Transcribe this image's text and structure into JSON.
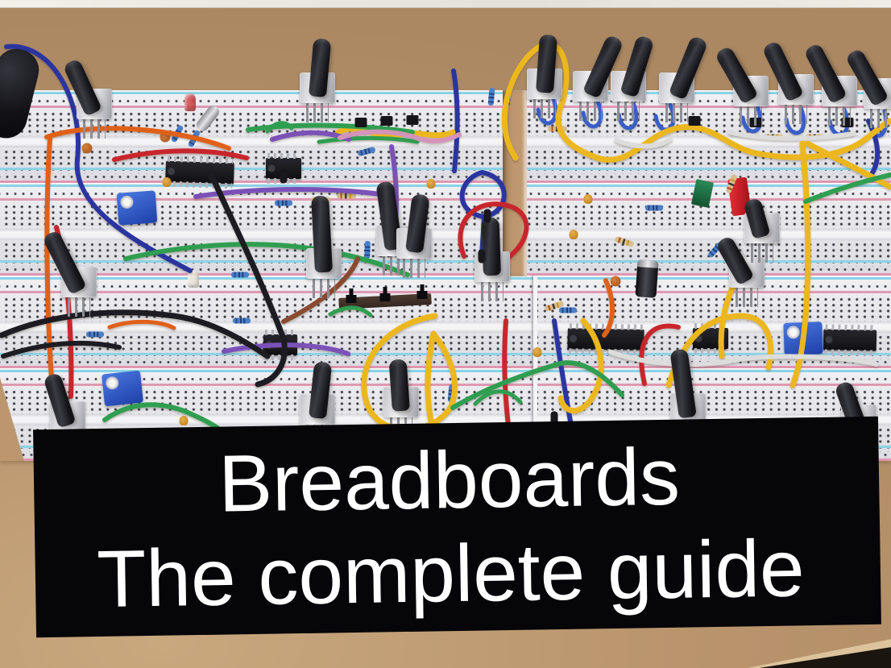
{
  "banner": {
    "line1": "Breadboards",
    "line2": "The complete guide",
    "bg_color": "#060609",
    "text_color": "#ffffff"
  },
  "scene": {
    "description": "Photo of interconnected solderless breadboards on a cork board, populated with potentiometers, DIP ICs, blue trimmer pots, resistors, capacitors, switches and colourful jumper wires",
    "background_color": "#b9946d",
    "top_edge_color": "#efede7",
    "board_color": "#e8e8ec",
    "rail_cyan": "#8ad2e6",
    "rail_pink": "#e098b2",
    "hole_color": "#41414b",
    "desk_shadow_color": "#1b1510",
    "wire_colors": [
      "#2b35a0",
      "#3a5ec8",
      "#c8262c",
      "#e06018",
      "#ecb71e",
      "#2f9e50",
      "#7b51b8",
      "#d493b8",
      "#1c1c22",
      "#dcdcdc",
      "#8a4a30"
    ],
    "wires": [
      [
        "#2b35a0",
        6,
        "M8,58 C66,52 104,128 96,198 C90,258 168,300 236,336"
      ],
      [
        "#2b35a0",
        6,
        "M563,88 C570,130 568,172 564,212"
      ],
      [
        "#2b35a0",
        6,
        "M598,214 C566,224 564,264 601,269 C634,263 635,220 598,214"
      ],
      [
        "#2b35a0",
        6,
        "M601,269 L598,318"
      ],
      [
        "#2b35a0",
        6,
        "M688,398 C694,440 701,484 709,528"
      ],
      [
        "#3a5ec8",
        5,
        "M686,120 C700,156 672,164 668,136"
      ],
      [
        "#3a5ec8",
        5,
        "M742,126 C756,160 728,168 724,140"
      ],
      [
        "#3a5ec8",
        5,
        "M786,128 C800,162 772,170 768,142"
      ],
      [
        "#3a5ec8",
        5,
        "M832,130 C846,164 818,172 814,144"
      ],
      [
        "#3a5ec8",
        5,
        "M940,132 C954,166 926,174 922,146"
      ],
      [
        "#3a5ec8",
        5,
        "M994,134 C1008,168 980,176 976,148"
      ],
      [
        "#3a5ec8",
        5,
        "M1048,136 C1062,170 1034,178 1030,150"
      ],
      [
        "#3a5ec8",
        5,
        "M1098,138 C1106,170 1084,180 1080,152"
      ],
      [
        "#2b35a0",
        6,
        "M1078,150 C1092,178 1092,200 1082,216"
      ],
      [
        "#c8262c",
        6,
        "M142,198 C200,184 258,184 306,196"
      ],
      [
        "#c8262c",
        6,
        "M70,282 C84,330 90,420 88,492"
      ],
      [
        "#c8262c",
        6,
        "M576,318 C558,272 596,242 636,257 C662,268 658,300 630,320"
      ],
      [
        "#c8262c",
        6,
        "M628,398 C625,440 626,484 631,528"
      ],
      [
        "#c8262c",
        6,
        "M800,476 C788,424 806,398 842,406"
      ],
      [
        "#e06018",
        6,
        "M58,170 C118,150 222,160 284,184"
      ],
      [
        "#e06018",
        6,
        "M62,172 C56,262 58,382 64,470"
      ],
      [
        "#e06018",
        6,
        "M752,348 C764,376 762,400 750,416"
      ],
      [
        "#e06018",
        5,
        "M136,406 C162,397 196,397 216,407"
      ],
      [
        "#ecb71e",
        7,
        "M420,164 C448,150 470,176 494,168 C518,160 540,174 562,164"
      ],
      [
        "#ecb71e",
        7,
        "M640,196 C608,148 638,76 670,58 C700,42 712,92 696,132 C686,162 702,182 742,196"
      ],
      [
        "#ecb71e",
        7,
        "M742,196 C780,208 800,170 836,160 C880,148 900,182 938,190 C978,198 1042,200 1078,170 C1090,160 1100,152 1105,150"
      ],
      [
        "#ecb71e",
        7,
        "M1002,178 C1040,198 1078,216 1105,232"
      ],
      [
        "#ecb71e",
        7,
        "M540,392 C478,402 438,452 456,502 C472,546 540,540 560,504 C574,468 552,432 538,414"
      ],
      [
        "#ecb71e",
        7,
        "M538,414 C530,452 528,490 536,528"
      ],
      [
        "#ecb71e",
        7,
        "M724,398 C750,428 754,468 732,498 C717,516 700,512 696,494"
      ],
      [
        "#ecb71e",
        7,
        "M830,478 C848,420 878,392 920,392 C952,392 962,422 954,456"
      ],
      [
        "#ecb71e",
        7,
        "M922,334 C902,364 892,402 896,442"
      ],
      [
        "#ecb71e",
        7,
        "M996,178 C1002,240 1006,320 1000,392 C996,440 990,462 984,478"
      ],
      [
        "#2f9e50",
        5,
        "M332,163 C342,151 354,149 362,159"
      ],
      [
        "#2f9e50",
        6,
        "M308,161 C370,152 452,155 512,164"
      ],
      [
        "#2f9e50",
        5,
        "M396,176 C440,170 482,170 518,176"
      ],
      [
        "#2f9e50",
        6,
        "M1000,250 C1040,234 1075,224 1105,217"
      ],
      [
        "#2f9e50",
        6,
        "M156,321 C240,301 332,298 402,311 C450,319 482,331 506,341"
      ],
      [
        "#2f9e50",
        5,
        "M410,390 C430,379 446,379 460,391"
      ],
      [
        "#2f9e50",
        5,
        "M590,501 C610,481 630,481 646,499"
      ],
      [
        "#2f9e50",
        6,
        "M562,506 C602,482 652,464 692,452 C722,443 752,468 772,490"
      ],
      [
        "#2f9e50",
        6,
        "M130,521 C162,498 202,496 242,516 C272,529 292,546 302,560"
      ],
      [
        "#7b51b8",
        6,
        "M338,173 C372,162 406,162 433,173"
      ],
      [
        "#7b51b8",
        6,
        "M243,244 C320,232 420,232 492,244"
      ],
      [
        "#7b51b8",
        6,
        "M486,182 C493,222 494,262 488,302"
      ],
      [
        "#7b51b8",
        6,
        "M278,436 C330,425 392,425 432,439"
      ],
      [
        "#d493b8",
        6,
        "M422,171 C452,160 492,162 520,172 C540,178 556,174 570,167"
      ],
      [
        "#1c1c22",
        7,
        "M262,216 C292,282 322,342 352,420 C358,452 342,472 320,477"
      ],
      [
        "#1c1c22",
        7,
        "M2,416 C62,390 142,382 216,392 C262,398 302,422 332,442"
      ],
      [
        "#1c1c22",
        6,
        "M4,442 C52,426 102,421 148,431"
      ],
      [
        "#dcdcdc",
        6,
        "M765,174 C790,184 814,184 832,173"
      ],
      [
        "#dcdcdc",
        6,
        "M906,164 C946,174 1010,174 1058,166"
      ],
      [
        "#dcdcdc",
        6,
        "M758,437 C800,452 862,457 912,447 C952,439 1050,442 1088,452"
      ],
      [
        "#8a4a30",
        6,
        "M352,399 C390,380 432,352 444,321"
      ]
    ],
    "parts": [
      [
        "pot",
        117,
        128,
        -25,
        70
      ],
      [
        "pot",
        394,
        108,
        5,
        72
      ],
      [
        "pot",
        676,
        103,
        4,
        72
      ],
      [
        "pot",
        733,
        106,
        24,
        78
      ],
      [
        "pot",
        780,
        106,
        17,
        75
      ],
      [
        "pot",
        840,
        108,
        22,
        78
      ],
      [
        "pot",
        932,
        112,
        -30,
        72
      ],
      [
        "pot",
        988,
        110,
        -26,
        75
      ],
      [
        "pot",
        1042,
        112,
        -28,
        75
      ],
      [
        "pot",
        1094,
        115,
        -30,
        72
      ],
      [
        "pot",
        402,
        326,
        -3,
        95
      ],
      [
        "pot",
        489,
        298,
        -8,
        85
      ],
      [
        "pot",
        514,
        301,
        7,
        72
      ],
      [
        "pot",
        611,
        330,
        -2,
        72
      ],
      [
        "pot",
        927,
        337,
        -30,
        60
      ],
      [
        "pot",
        98,
        349,
        -27,
        80
      ],
      [
        "pot",
        84,
        516,
        -18,
        66
      ],
      [
        "pot",
        394,
        507,
        6,
        70
      ],
      [
        "pot",
        498,
        498,
        -4,
        64
      ],
      [
        "pot",
        854,
        506,
        -8,
        85
      ],
      [
        "pot",
        1066,
        520,
        -20,
        60
      ],
      [
        "pot",
        946,
        282,
        -16,
        48
      ],
      [
        "ic",
        248,
        214,
        85,
        2
      ],
      [
        "ic",
        352,
        209,
        44,
        0
      ],
      [
        "ic",
        348,
        428,
        42,
        0
      ],
      [
        "ic",
        752,
        421,
        95,
        1
      ],
      [
        "ic",
        882,
        420,
        44,
        0
      ],
      [
        "ic",
        1055,
        422,
        66,
        1
      ],
      [
        "trim",
        170,
        258,
        -4
      ],
      [
        "trim",
        152,
        482,
        -6
      ],
      [
        "trim",
        997,
        420,
        -2
      ],
      [
        "bar",
        478,
        374,
        -3
      ],
      [
        "sld",
        436,
        371,
        0
      ],
      [
        "sld",
        478,
        369,
        0
      ],
      [
        "sld",
        524,
        366,
        0
      ],
      [
        "tact",
        448,
        152,
        0
      ],
      [
        "tact",
        480,
        150,
        0
      ],
      [
        "tact",
        512,
        149,
        0
      ],
      [
        "tact",
        862,
        150,
        0
      ],
      [
        "tact",
        938,
        152,
        0
      ],
      [
        "tact",
        1052,
        152,
        0
      ],
      [
        "eca",
        803,
        346,
        4
      ],
      [
        "xtal",
        258,
        147,
        38
      ],
      [
        "led",
        236,
        127,
        "#d05050"
      ],
      [
        "led",
        240,
        346,
        "#eee6da"
      ],
      [
        "grc",
        872,
        240,
        12
      ],
      [
        "rdc",
        918,
        244,
        -8
      ],
      [
        "disc",
        108,
        184,
        0
      ],
      [
        "disc",
        528,
        300,
        0
      ],
      [
        "disc",
        764,
        349,
        0
      ],
      [
        "disc",
        205,
        170,
        0
      ],
      [
        "tant",
        207,
        226,
        0
      ],
      [
        "tant",
        535,
        228,
        0
      ],
      [
        "tant",
        667,
        437,
        0
      ],
      [
        "tant",
        228,
        522,
        0
      ],
      [
        "tant",
        730,
        247,
        0
      ],
      [
        "tant",
        712,
        291,
        0
      ],
      [
        "rb",
        220,
        166,
        -62
      ],
      [
        "rb",
        241,
        172,
        -62
      ],
      [
        "rb",
        352,
        252,
        0
      ],
      [
        "rb",
        300,
        398,
        0
      ],
      [
        "rb",
        456,
        310,
        -88
      ],
      [
        "rb",
        610,
        120,
        -85
      ],
      [
        "rb",
        630,
        122,
        -85
      ],
      [
        "rb",
        812,
        258,
        0
      ],
      [
        "rb",
        298,
        341,
        0
      ],
      [
        "rb",
        888,
        310,
        -48
      ],
      [
        "rb",
        118,
        415,
        0
      ],
      [
        "rb",
        560,
        488,
        -85
      ],
      [
        "rb",
        705,
        385,
        0
      ],
      [
        "rb",
        455,
        188,
        -15
      ],
      [
        "rt",
        398,
        248,
        0
      ],
      [
        "rt",
        430,
        243,
        0
      ],
      [
        "rt",
        688,
        380,
        -18
      ],
      [
        "rt",
        775,
        300,
        18
      ],
      [
        "rt",
        908,
        228,
        -68
      ],
      [
        "rt",
        1012,
        170,
        0
      ],
      [
        "rt",
        692,
        160,
        0
      ],
      [
        "rt",
        960,
        170,
        0
      ],
      [
        "plug",
        605,
        268,
        0
      ],
      [
        "plug",
        598,
        318,
        0
      ],
      [
        "plug",
        688,
        519,
        0
      ],
      [
        "plug",
        352,
        219,
        0
      ],
      [
        "bigk",
        14,
        116,
        14
      ]
    ]
  }
}
